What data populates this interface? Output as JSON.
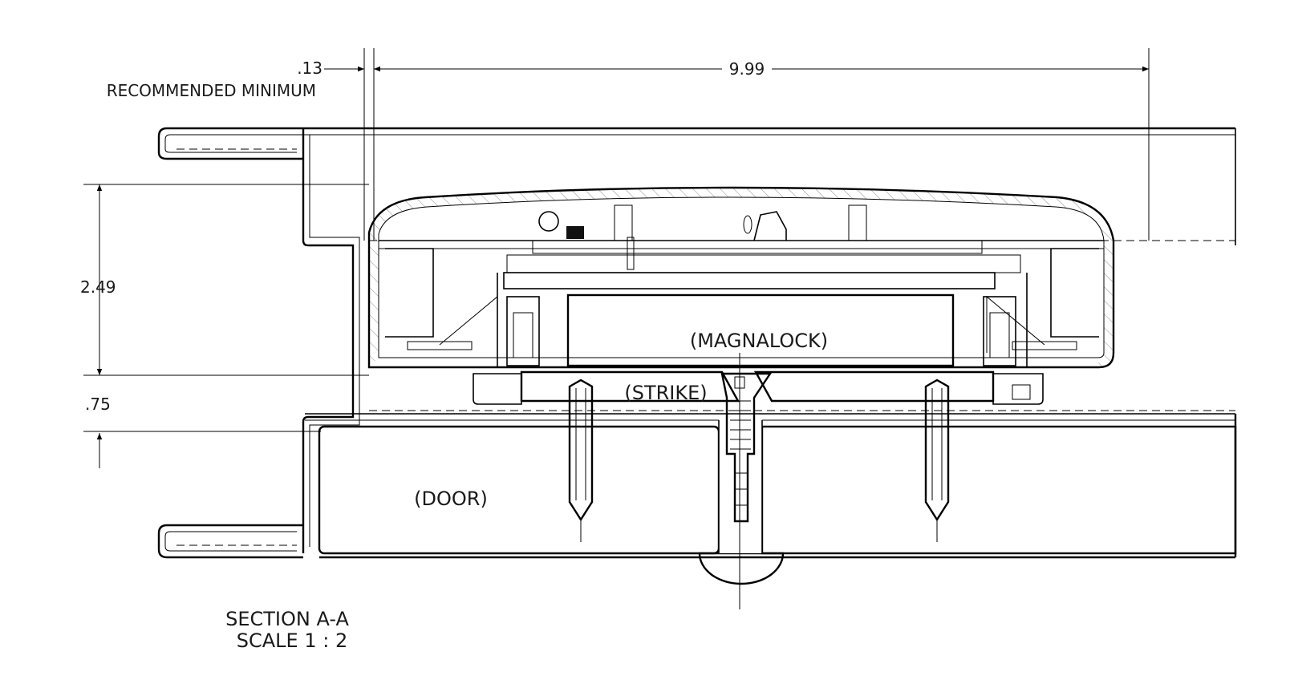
{
  "dimensions": {
    "gap_value": ".13",
    "gap_note": "RECOMMENDED MINIMUM",
    "length_value": "9.99",
    "lock_height_value": "2.49",
    "strike_height_value": ".75"
  },
  "labels": {
    "magnalock": "(MAGNALOCK)",
    "strike": "(STRIKE)",
    "door": "(DOOR)"
  },
  "caption": {
    "section": "SECTION A-A",
    "scale": "SCALE 1 : 2"
  }
}
